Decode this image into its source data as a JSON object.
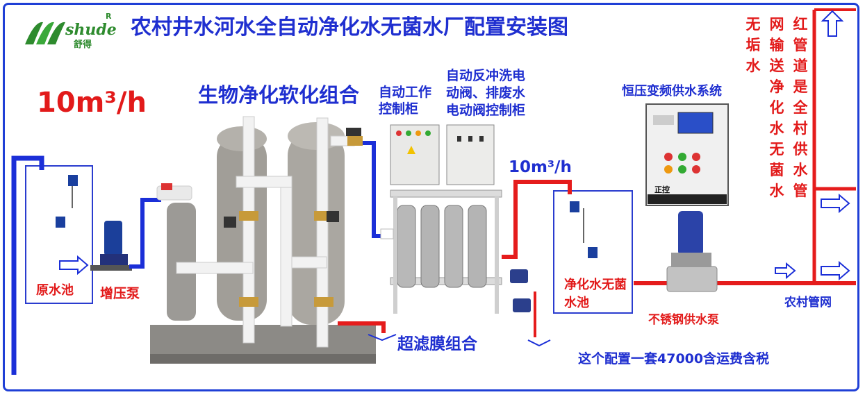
{
  "logo": {
    "mark": "shude",
    "reg": "R",
    "chinese": "舒得"
  },
  "title": "农村井水河水全自动净化水无菌水厂配置安装图",
  "flow_rate_main": "10m³/h",
  "flow_rate_secondary": "10m³/h",
  "labels": {
    "bio_group": "生物净化软化组合",
    "auto_control_cabinet": "自动工作控制柜",
    "backwash_cabinet": "自动反冲洗电动阀、排废水电动阀控制柜",
    "const_pressure_system": "恒压变频供水系统",
    "raw_pool": "原水池",
    "booster_pump": "增压泵",
    "uf_group": "超滤膜组合",
    "clean_pool": "净化水无菌水池",
    "ss_pump": "不锈钢供水泵",
    "village_network": "农村管网",
    "price_note": "这个配置一套47000含运费含税",
    "controller_brand": "正控"
  },
  "side_text": {
    "col1": "无垢水",
    "col2": "网输送净化水无菌水",
    "col3": "红管道是全村供水管"
  },
  "colors": {
    "blue": "#1f2fd0",
    "red": "#e21a1a",
    "frame": "#1f3fd6"
  }
}
